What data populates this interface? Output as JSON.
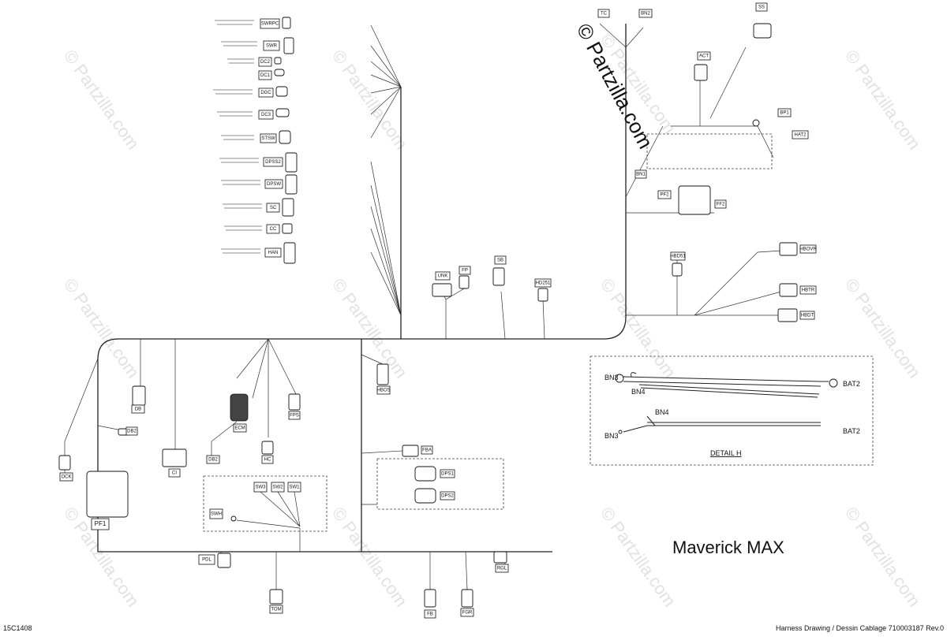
{
  "model_title": "Maverick MAX",
  "drawing_id": "15C1408",
  "drawing_title": "Harness Drawing / Dessin Cablage 710003187 Rev.0",
  "watermark": "© Partzilla.com",
  "detail": {
    "title": "DETAIL H",
    "labels": {
      "bn3_top": "BN3",
      "bn4_top": "BN4",
      "bat2_top": "BAT2",
      "bn4_bot": "BN4",
      "bn3_bot": "BN3",
      "bat2_bot": "BAT2"
    }
  },
  "connectors": {
    "top_left": [
      "SWRPC",
      "SWR",
      "DC2",
      "DC1",
      "DGC",
      "DC3",
      "STSW",
      "DPSS2",
      "DPSW",
      "SC",
      "CC",
      "HAN"
    ],
    "top_right": [
      "TC",
      "BN2",
      "SS",
      "ACT",
      "BP1",
      "HAT2",
      "BN1",
      "PF2",
      "FF2"
    ],
    "center": [
      "UNK",
      "FP",
      "SB",
      "HD251"
    ],
    "right_mid": [
      "HBD51",
      "HBOVR",
      "HBTR",
      "HBDT"
    ],
    "left": [
      "DB",
      "DB2",
      "OCK",
      "CI",
      "PF1"
    ],
    "middle": [
      "ECM",
      "DB2",
      "HC",
      "FPS",
      "HBOS"
    ],
    "switches": [
      "SWH",
      "SW3",
      "SW2",
      "SW1"
    ],
    "lower_mid": [
      "FBA",
      "DPS1",
      "DPS2"
    ],
    "bottom": [
      "PDL",
      "TOM",
      "FB",
      "FGR",
      "RGL"
    ]
  }
}
